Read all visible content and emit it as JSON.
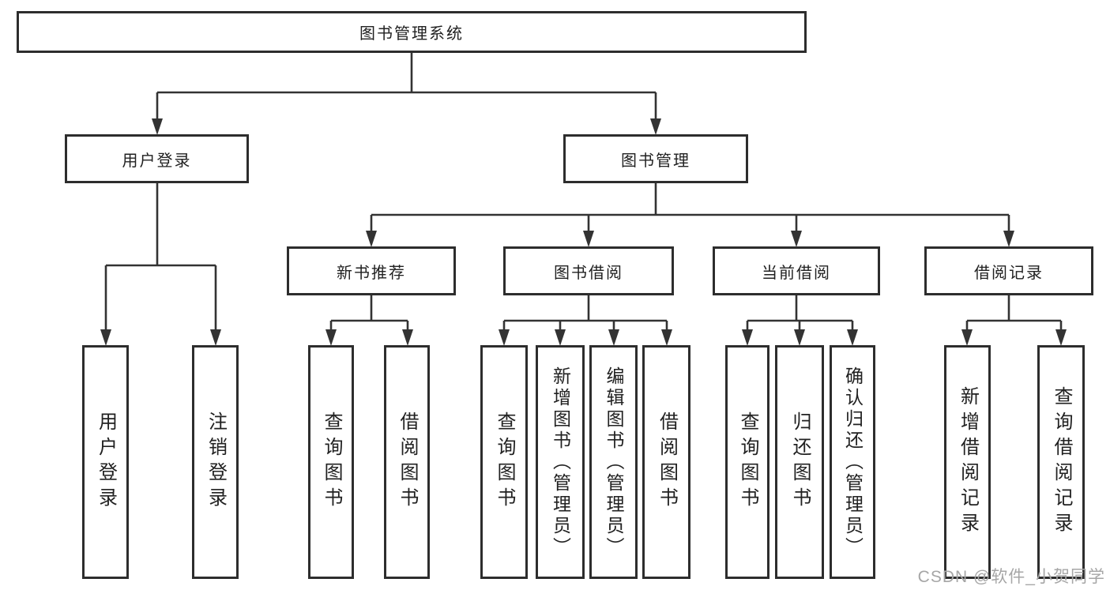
{
  "diagram": {
    "title_node": "图书管理系统",
    "level2": {
      "user_login": "用户登录",
      "book_mgmt": "图书管理"
    },
    "level3": {
      "new_book": "新书推荐",
      "book_borrow": "图书借阅",
      "current_borrow": "当前借阅",
      "borrow_record": "借阅记录"
    },
    "leaves": {
      "user_login": [
        "用户登录",
        "注销登录"
      ],
      "new_book": [
        "查询图书",
        "借阅图书"
      ],
      "book_borrow": [
        "查询图书",
        "新增图书（管理员）",
        "编辑图书（管理员）",
        "借阅图书"
      ],
      "current_borrow": [
        "查询图书",
        "归还图书",
        "确认归还（管理员）"
      ],
      "borrow_record": [
        "新增借阅记录",
        "查询借阅记录"
      ]
    },
    "colors": {
      "line": "#333333",
      "box_border": "#2d2d2d",
      "box_fill": "#ffffff",
      "text": "#212121",
      "watermark": "#a6a6a6"
    }
  },
  "watermark": {
    "text": "CSDN @软件_小贺同学"
  }
}
